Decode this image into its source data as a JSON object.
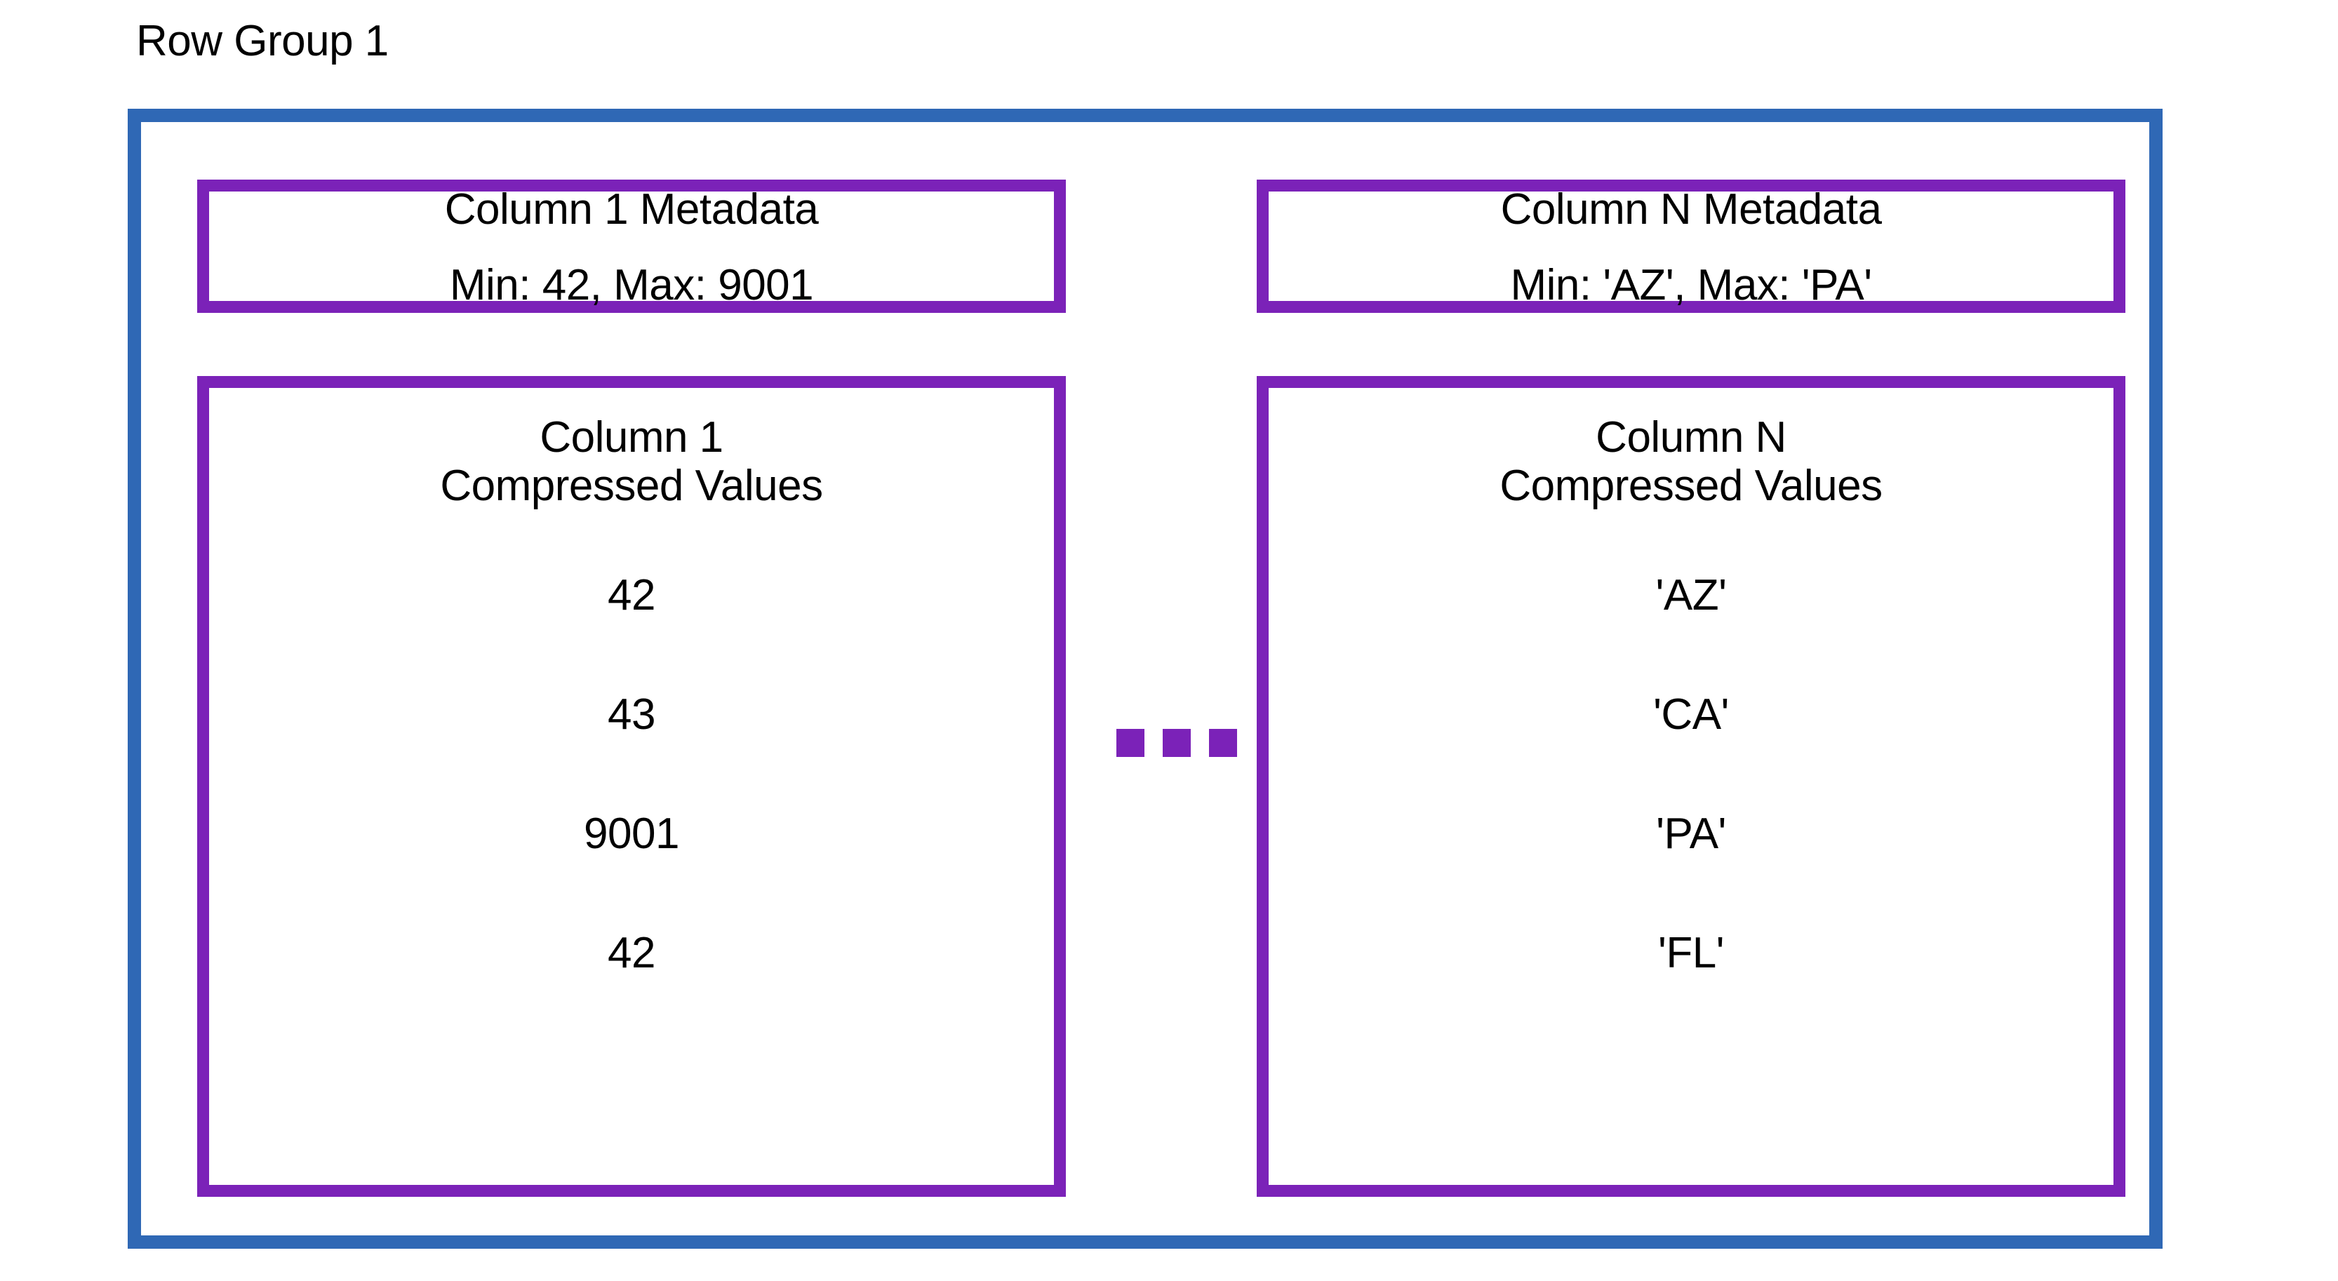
{
  "diagram": {
    "title": "Row Group 1",
    "outer_border_color": "#2F68B5",
    "panel_border_color": "#7B22B8",
    "ellipsis_label": "...",
    "columns": [
      {
        "metadata": {
          "title": "Column 1 Metadata",
          "stats": "Min: 42, Max: 9001"
        },
        "data": {
          "heading_line1": "Column 1",
          "heading_line2": "Compressed Values",
          "values": [
            "42",
            "43",
            "9001",
            "42"
          ]
        }
      },
      {
        "metadata": {
          "title": "Column N Metadata",
          "stats": "Min: 'AZ', Max: 'PA'"
        },
        "data": {
          "heading_line1": "Column N",
          "heading_line2": "Compressed Values",
          "values": [
            "'AZ'",
            "'CA'",
            "'PA'",
            "'FL'"
          ]
        }
      }
    ]
  }
}
